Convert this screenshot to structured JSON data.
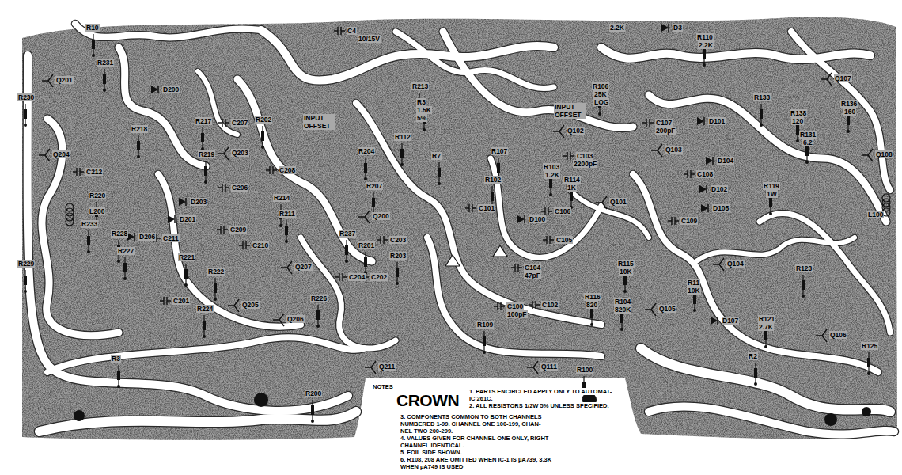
{
  "diagram": {
    "labels": [
      "R10",
      "C4",
      "10/15V",
      "R231",
      "Q201",
      "D200",
      "R230",
      "R218",
      "R217",
      "C207",
      "R219",
      "Q203",
      "Q204",
      "C212",
      "R220",
      "D203",
      "C206",
      "L200",
      "R233",
      "D201",
      "C209",
      "R228",
      "D206",
      "C211",
      "R229",
      "R227",
      "R221",
      "R222",
      "C210",
      "Q207",
      "Q205",
      "C201",
      "R224",
      "Q206",
      "R226",
      "R214",
      "C208",
      "R211",
      "R202",
      "INPUT OFFSET",
      "R204",
      "R207",
      "Q200",
      "R237",
      "R201",
      "C203",
      "R203",
      "C204",
      "C202",
      "R213",
      "R3",
      "1.5K",
      "5%",
      "R112",
      "R7",
      "R107",
      "R102",
      "R103",
      "1.2K",
      "C103",
      "2200pF",
      "R114",
      "1K",
      "INPUT OFFSET",
      "R106",
      "25K",
      "LOG",
      "Q102",
      "Q101",
      "C101",
      "D100",
      "C106",
      "C105",
      "C104",
      "47pF",
      "C100",
      "100pF",
      "C102",
      "R115",
      "10K",
      "R109",
      "R116",
      "820",
      "R104",
      "820K",
      "Q105",
      "R11",
      "10K",
      "Q104",
      "R123",
      "D107",
      "R121",
      "2.7K",
      "Q106",
      "R125",
      "L100",
      "Q108",
      "R119",
      "1W",
      "C108",
      "D104",
      "D102",
      "D105",
      "C109",
      "C107",
      "200pF",
      "Q103",
      "D101",
      "R133",
      "R138",
      "120",
      "R131",
      "6.2",
      "R136",
      "160",
      "Q107",
      "2.2K",
      "D3",
      "R110",
      "2.2K",
      "R200",
      "Q211",
      "Q111",
      "R100",
      "R2",
      "R3",
      "NOTES",
      "CROWN",
      "1. PARTS ENCIRCLED APPLY ONLY TO AUTOMAT-",
      "IC 261C.",
      "2. ALL RESISTORS 1/2W 5% UNLESS SPECIFIED.",
      "3. COMPONENTS COMMON TO BOTH CHANNELS",
      "NUMBERED 1-99. CHANNEL ONE 100-199, CHAN-",
      "NEL TWO 200-299.",
      "4. VALUES GIVEN FOR CHANNEL ONE ONLY, RIGHT",
      "CHANNEL IDENTICAL.",
      "5. FOIL SIDE SHOWN.",
      "6. R108, 208 ARE OMITTED WHEN IC-1 IS µA739, 3.3K",
      "WHEN µA749 IS USED"
    ]
  }
}
